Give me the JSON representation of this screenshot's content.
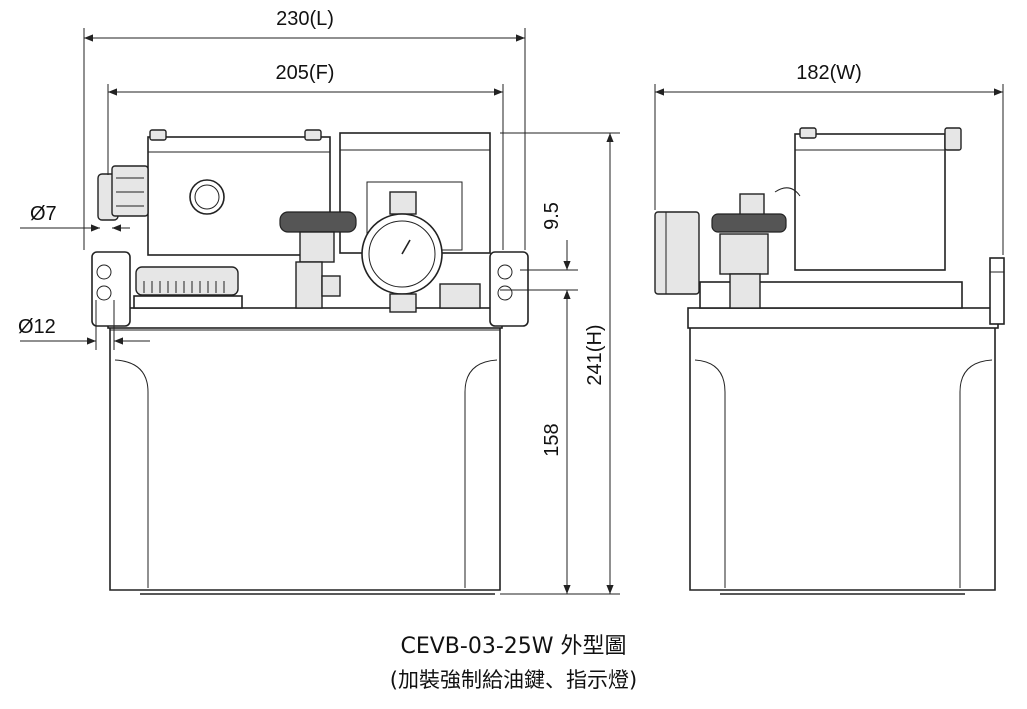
{
  "dimensions": {
    "length": "230(L)",
    "front": "205(F)",
    "width": "182(W)",
    "height": "241(H)",
    "tank_height": "158",
    "offset": "9.5",
    "small_hole": "Ø7",
    "large_hole": "Ø12"
  },
  "caption": {
    "model_line": "CEVB-03-25W 外型圖",
    "note_line": "(加裝強制給油鍵、指示燈)"
  }
}
